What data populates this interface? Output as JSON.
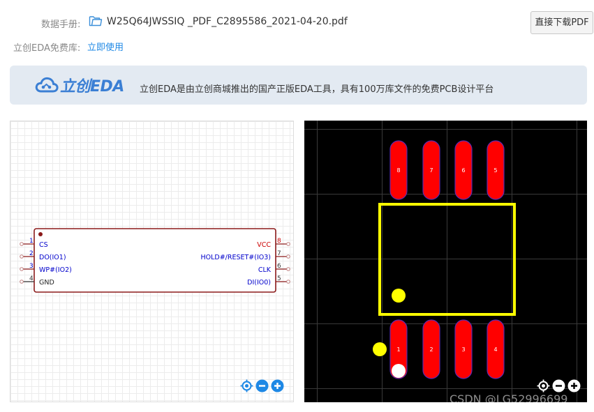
{
  "datasheet": {
    "label": "数据手册:",
    "filename": "W25Q64JWSSIQ _PDF_C2895586_2021-04-20.pdf",
    "download_button": "直接下载PDF"
  },
  "library": {
    "label": "立创EDA免费库:",
    "link_text": "立即使用"
  },
  "banner": {
    "logo_text": "立创EDA",
    "description": "立创EDA是由立创商城推出的国产正版EDA工具，具有100万库文件的免费PCB设计平台"
  },
  "schematic": {
    "pins_left": [
      {
        "num": "1",
        "name": "CS"
      },
      {
        "num": "2",
        "name": "DO(IO1)"
      },
      {
        "num": "3",
        "name": "WP#(IO2)"
      },
      {
        "num": "4",
        "name": "GND"
      }
    ],
    "pins_right": [
      {
        "num": "8",
        "name": "VCC"
      },
      {
        "num": "7",
        "name": "HOLD#/RESET#(IO3)"
      },
      {
        "num": "6",
        "name": "CLK"
      },
      {
        "num": "5",
        "name": "DI(IO0)"
      }
    ]
  },
  "pcb": {
    "pads_top": [
      "8",
      "7",
      "6",
      "5"
    ],
    "pads_bottom": [
      "1",
      "2",
      "3",
      "4"
    ]
  },
  "colors": {
    "accent": "#1e88e5",
    "logo": "#3b7fd4",
    "pad_red": "#ff0000",
    "silkscreen_yellow": "#ffff00",
    "schematic_outline": "#8b1a1a",
    "pin_label_blue": "#0000cc",
    "pin_label_red": "#cc0000"
  },
  "watermark": "CSDN @LG52996699"
}
